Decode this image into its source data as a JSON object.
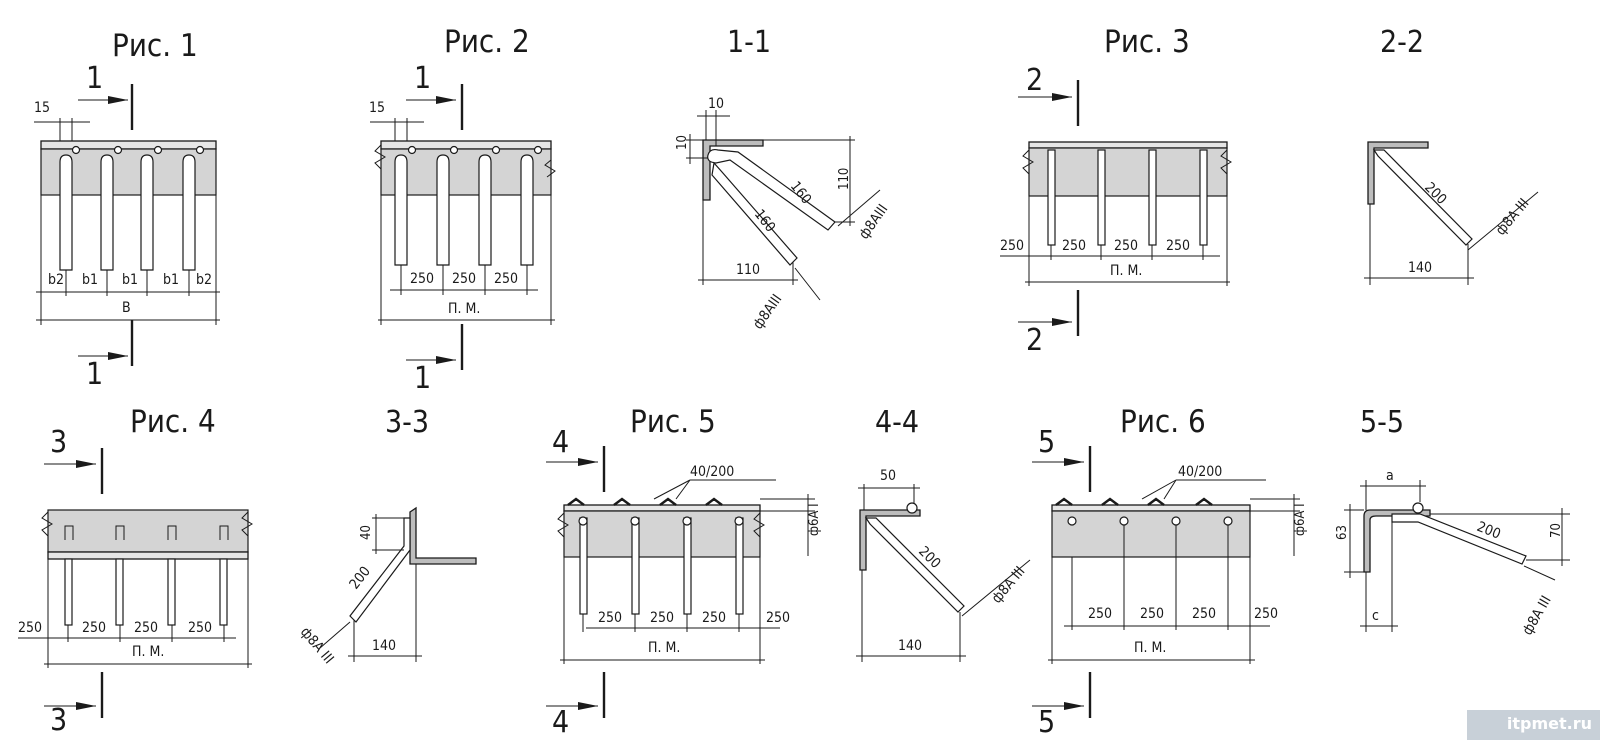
{
  "titles": {
    "fig1": "Рис. 1",
    "fig2": "Рис. 2",
    "fig3": "Рис. 3",
    "fig4": "Рис. 4",
    "fig5": "Рис. 5",
    "fig6": "Рис. 6"
  },
  "sections": {
    "s11": "1-1",
    "s22": "2-2",
    "s33": "3-3",
    "s44": "4-4",
    "s55": "5-5"
  },
  "marks": {
    "one": "1",
    "two": "2",
    "three": "3",
    "four": "4",
    "five": "5"
  },
  "dims": {
    "d15": "15",
    "d10": "10",
    "d110": "110",
    "d160": "160",
    "d250": "250",
    "d200": "200",
    "d140": "140",
    "d40": "40",
    "d50": "50",
    "d63": "63",
    "d70": "70",
    "a": "a",
    "c": "c",
    "b1": "b1",
    "b2": "b2",
    "B": "B",
    "pm": "П. М.",
    "step": "40/200",
    "rod8": "ф8АIII",
    "rod8s": "ф8А III",
    "rod6": "ф6А I"
  },
  "watermark": "itpmet.ru"
}
